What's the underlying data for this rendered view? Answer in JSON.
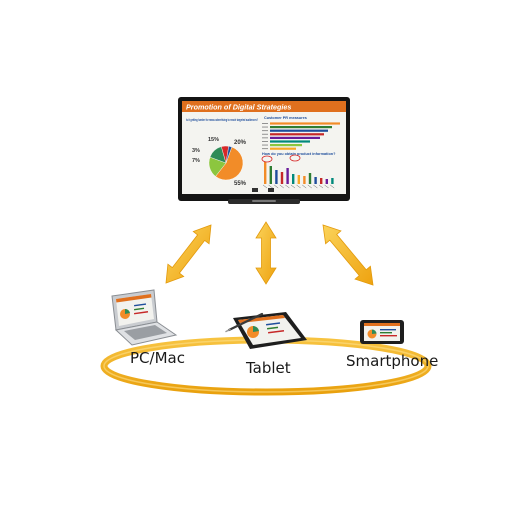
{
  "display": {
    "slide_title": "Promotion of Digital Strategies",
    "left_question": "Is it getting harder for mass advertising to reach targeted audiences?",
    "right_question": "Customer PR measures",
    "bottom_question": "How do you obtain product information?",
    "pie_labels": [
      "15%",
      "3%",
      "7%",
      "20%",
      "55%"
    ],
    "pie_colors": [
      "#2e8b57",
      "#1f4e9c",
      "#d62828",
      "#8cc63f",
      "#f28c28"
    ],
    "bar_colors": [
      "#f28c28",
      "#2e7d32",
      "#1f4e9c",
      "#c62828",
      "#6a1b9a",
      "#00897b",
      "#f9a825"
    ]
  },
  "devices": [
    {
      "label": "PC/Mac"
    },
    {
      "label": "Tablet"
    },
    {
      "label": "Smartphone"
    }
  ],
  "colors": {
    "arrow": "#f5b81c",
    "arrow_dark": "#e8a010",
    "ring": "#f0b41e"
  }
}
